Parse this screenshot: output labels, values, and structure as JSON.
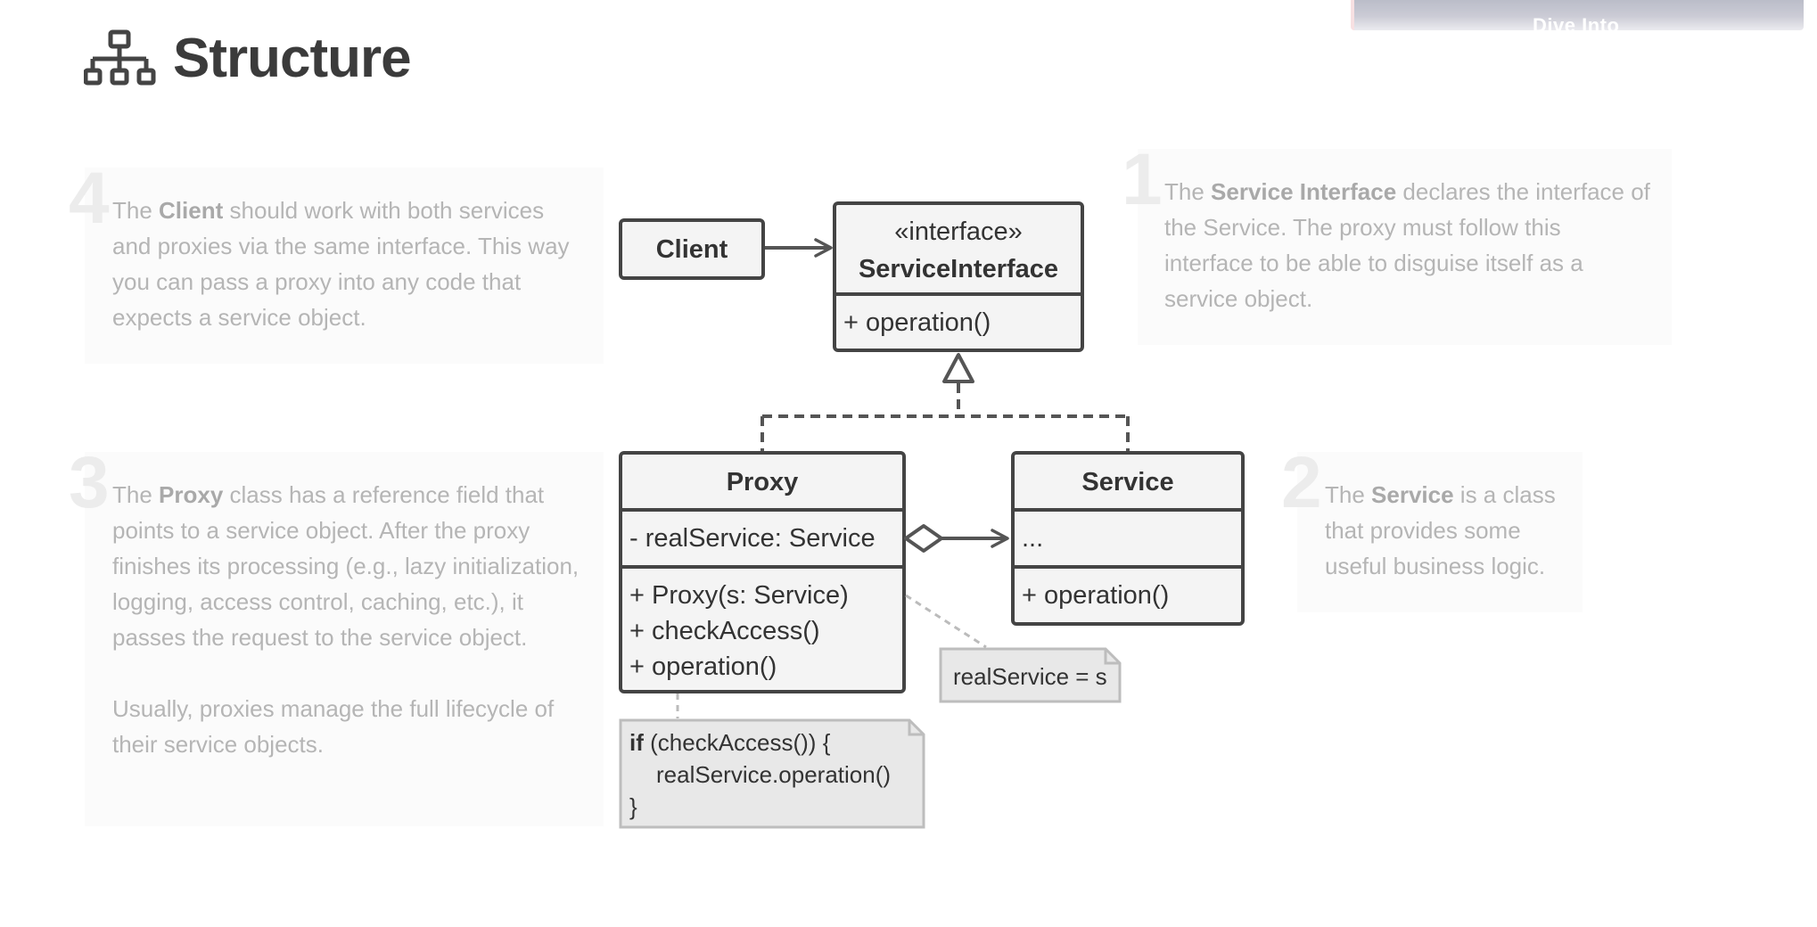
{
  "page": {
    "title": "Structure",
    "title_icon": "structure-tree-icon"
  },
  "promo": {
    "label": "Dive Into"
  },
  "notes": [
    {
      "number": "4",
      "pre": "The ",
      "bold": "Client",
      "post": " should work with both services and proxies via the same interface. This way you can pass a proxy into any code that expects a service object."
    },
    {
      "number": "1",
      "pre": "The ",
      "bold": "Service Interface",
      "post": " declares the interface of the Service. The proxy must follow this interface to be able to disguise itself as a service object."
    },
    {
      "number": "3",
      "pre": "The ",
      "bold": "Proxy",
      "post": " class has a reference field that points to a service object. After the proxy finishes its processing (e.g., lazy initialization, logging, access control, caching, etc.), it passes the request to the service object.",
      "extra": "Usually, proxies manage the full lifecycle of their service objects."
    },
    {
      "number": "2",
      "pre": "The ",
      "bold": "Service",
      "post": " is a class that provides some useful business logic."
    }
  ],
  "diagram": {
    "client": {
      "name": "Client"
    },
    "service_interface": {
      "stereotype": "«interface»",
      "name": "ServiceInterface",
      "methods": [
        "+ operation()"
      ]
    },
    "proxy": {
      "name": "Proxy",
      "fields": [
        "- realService: Service"
      ],
      "methods": [
        "+ Proxy(s: Service)",
        "+ checkAccess()",
        "+ operation()"
      ]
    },
    "service": {
      "name": "Service",
      "fields": [
        "..."
      ],
      "methods": [
        "+ operation()"
      ]
    },
    "note_constructor": {
      "text": "realService = s"
    },
    "note_operation": {
      "keyword": "if",
      "line1_rest": " (checkAccess()) {",
      "line2": "realService.operation()",
      "line3": "}"
    }
  }
}
